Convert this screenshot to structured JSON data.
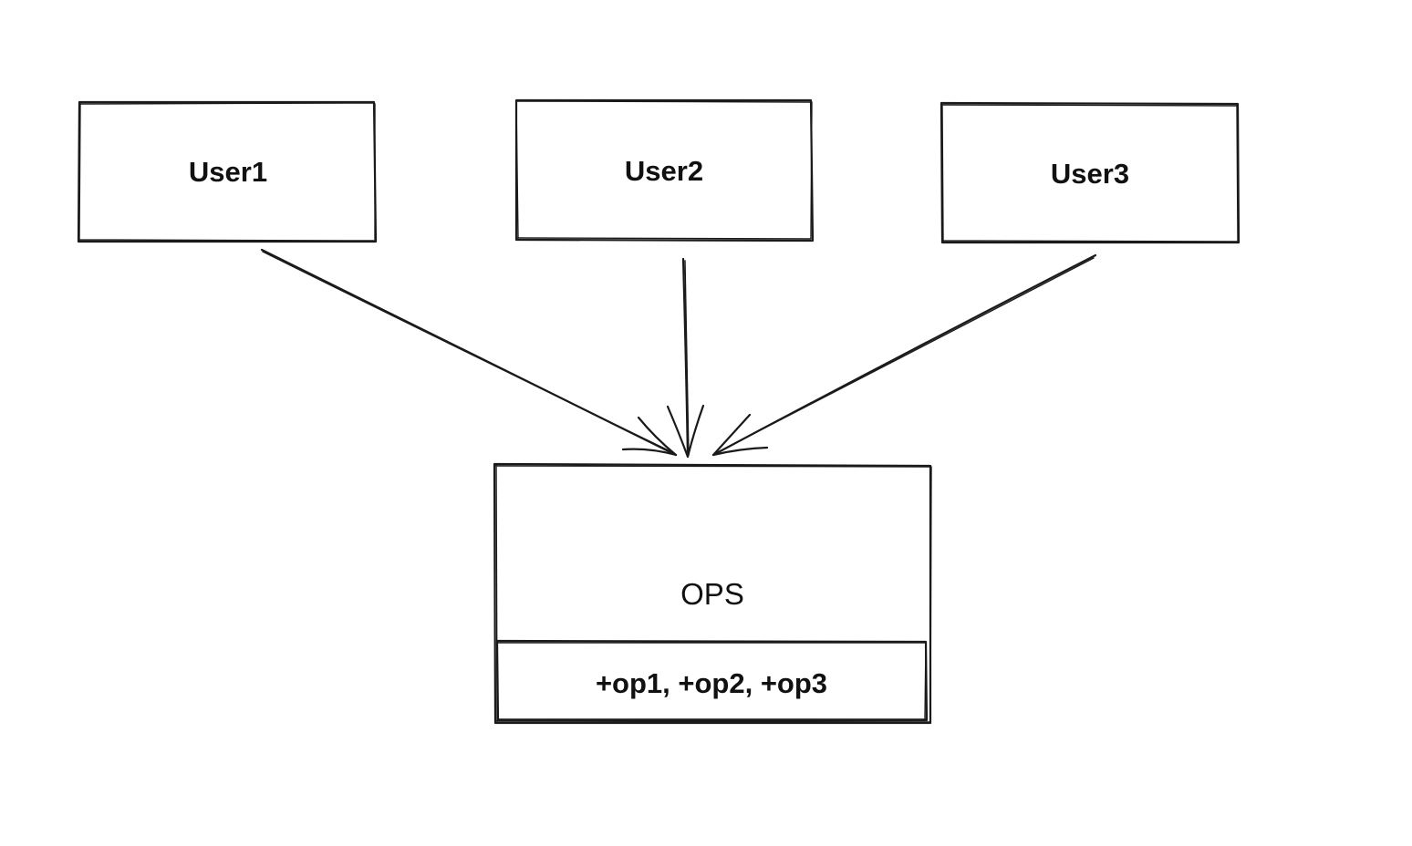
{
  "diagram": {
    "users": [
      {
        "label": "User1"
      },
      {
        "label": "User2"
      },
      {
        "label": "User3"
      }
    ],
    "ops": {
      "title": "OPS",
      "members": "+op1, +op2, +op3"
    },
    "colors": {
      "stroke": "#1a1a1a",
      "text": "#111111",
      "background": "#ffffff"
    }
  }
}
